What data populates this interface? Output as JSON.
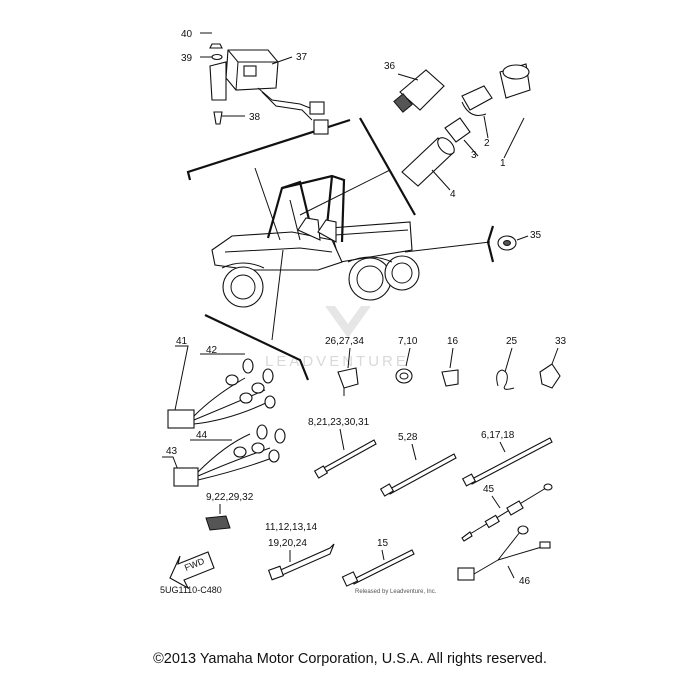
{
  "diagram": {
    "callouts": {
      "p40": "40",
      "p39": "39",
      "p37": "37",
      "p38": "38",
      "p36": "36",
      "p2": "2",
      "p3": "3",
      "p1": "1",
      "p4": "4",
      "p35": "35",
      "p41": "41",
      "p42": "42",
      "p43": "43",
      "p44": "44",
      "p26_27_34": "26,27,34",
      "p7_10": "7,10",
      "p16": "16",
      "p25": "25",
      "p33": "33",
      "p8_21_23_30_31": "8,21,23,30,31",
      "p5_28": "5,28",
      "p6_17_18": "6,17,18",
      "p45": "45",
      "p9_22_29_32": "9,22,29,32",
      "p11_12_13_14": "11,12,13,14",
      "p19_20_24": "19,20,24",
      "p15": "15",
      "p46": "46"
    },
    "fwd_label": "FWD",
    "drawing_code": "5UG1110-C480",
    "watermark": "LEADVENTURE",
    "watermark_small": "Released by Leadventure, Inc."
  },
  "footer": {
    "copyright": "©2013 Yamaha Motor Corporation, U.S.A. All rights reserved."
  }
}
